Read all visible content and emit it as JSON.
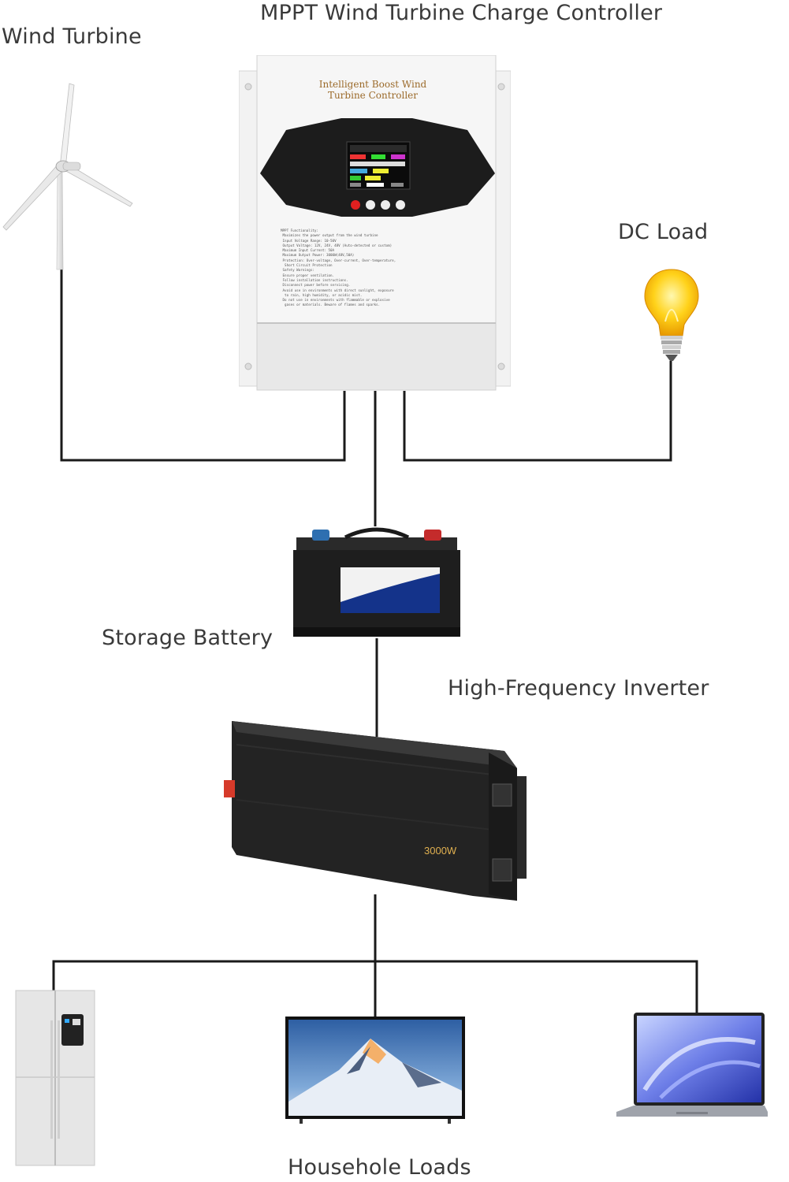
{
  "labels": {
    "controller": "MPPT Wind Turbine Charge Controller",
    "wind_turbine": "Wind Turbine",
    "dc_load": "DC Load",
    "battery": "Storage Battery",
    "inverter": "High-Frequency Inverter",
    "loads": "Househole Loads"
  },
  "controller_device": {
    "title_line1": "Intelligent Boost Wind",
    "title_line2": "Turbine Controller",
    "spec_text": "MPPT Functionality:\n Maximizes the power output from the wind turbine\n Input Voltage Range: 10-50V\n Output Voltage: 12V, 24V, 48V (Auto-detected or custom)\n Maximum Input Current: 50A\n Maximum Output Power: 3000W(48V,50A)\n Protection: Over-voltage, Over-current, Over-temperature,\n  Short Circuit Protection\n Safety Warnings:\n Ensure proper ventilation.\n Follow installation instructions.\n Disconnect power before servicing.\n Avoid use in environments with direct sunlight, exposure\n  to rain, high humidity, or acidic mist.\n Do not use in environments with flammable or explosive\n  gases or materials. Beware of flames and sparks."
  },
  "inverter_device": {
    "rating": "3000W"
  },
  "colors": {
    "wire": "#1a1a1a",
    "label": "#3a3a3a",
    "controller_accent": "#9b6a2a"
  }
}
